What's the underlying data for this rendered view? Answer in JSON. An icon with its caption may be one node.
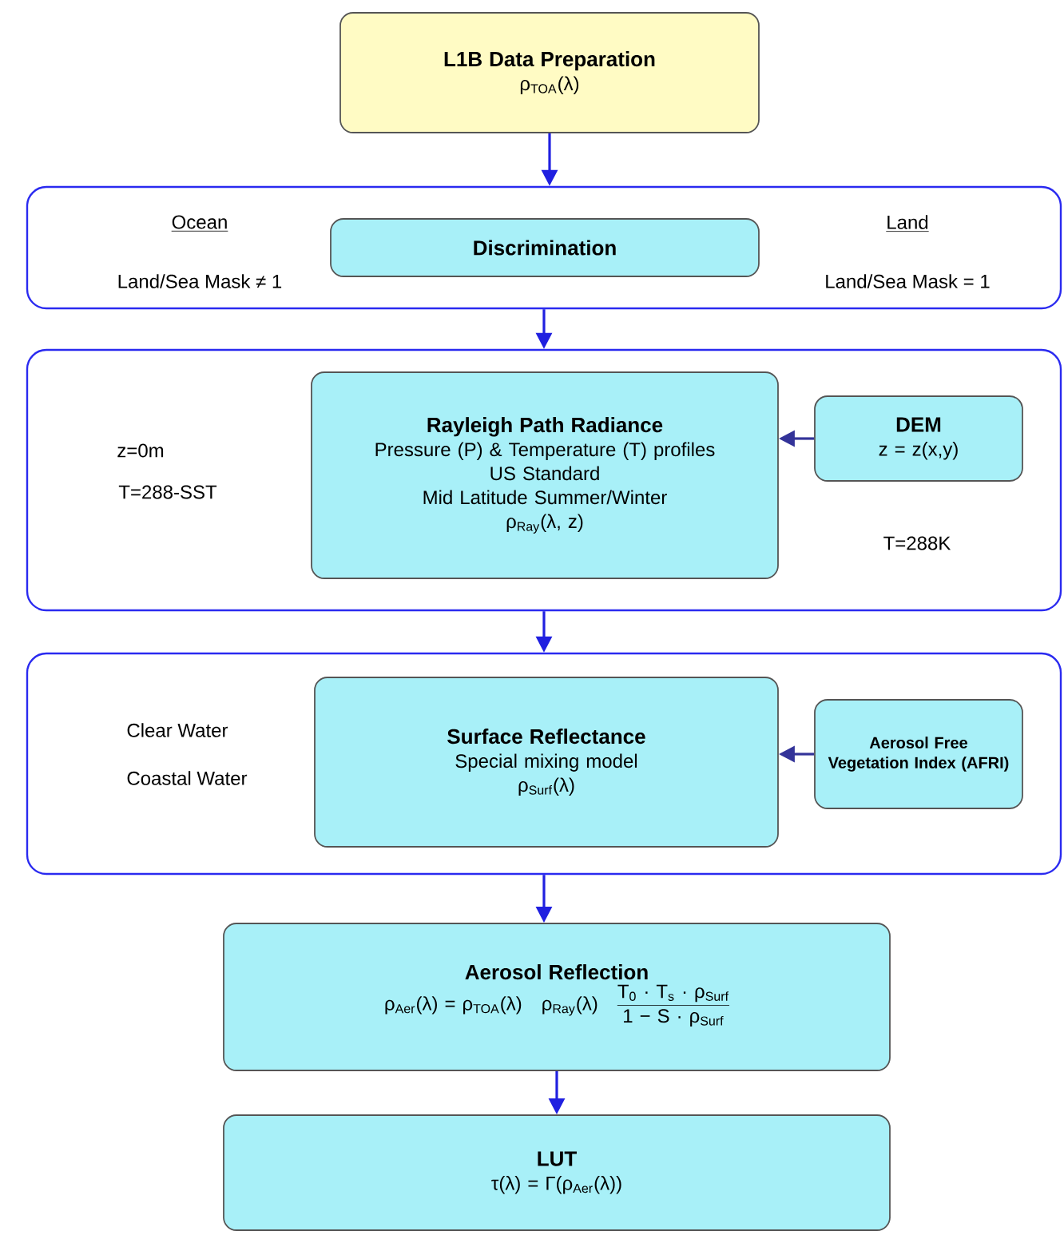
{
  "diagram": {
    "nodes": [
      {
        "text": [
          "L1B Data Preparation",
          "ρ$_{TOA}$(λ)"
        ]
      },
      {
        "text": [
          "Ocean",
          "Land/Sea Mask ≠ 1",
          "Land",
          "Land/Sea Mask = 1"
        ]
      },
      {
        "text": [
          "Discrimination"
        ],
        "in": 1
      },
      {
        "text": [
          "z=0m",
          "T=288-SST",
          "T=288K"
        ]
      },
      {
        "text": [
          "Rayleigh Path Radiance",
          "Pressure (P) & Temperature (T) profiles",
          "US Standard",
          "Mid Latitude Summer/Winter",
          "ρ$_{Ray}$(λ, z)"
        ],
        "in": 3
      },
      {
        "text": [
          "DEM",
          "z = z(x,y)"
        ],
        "in": 3
      },
      {
        "text": [
          "Clear Water",
          "Coastal Water"
        ]
      },
      {
        "text": [
          "Surface Reflectance",
          "Special mixing model",
          "ρ$_{Surf}$(λ)"
        ],
        "in": 6
      },
      {
        "text": [
          "Aerosol Free Vegetation Index (AFRI)"
        ],
        "in": 6
      },
      {
        "text": [
          "Aerosol Reflection",
          "ρ$_{Aer}$(λ) = ρ$_{TOA}$(λ)",
          "ρ$_{Ray}$(λ)",
          "T$_{0}$ · T$_{s}$ · ρ$_{Surf}$",
          "1 − S · ρ$_{Surf}$"
        ]
      },
      {
        "text": [
          "LUT",
          "τ(λ) = Γ(ρ$_{Aer}$(λ))"
        ]
      }
    ],
    "edges": [
      {
        "from": 0,
        "to": 1,
        "arrow": "to"
      },
      {
        "from": 1,
        "to": 3,
        "arrow": "to"
      },
      {
        "from": 5,
        "to": 4,
        "arrow": "to",
        "color": "#333399"
      },
      {
        "from": 3,
        "to": 6,
        "arrow": "to"
      },
      {
        "from": 8,
        "to": 7,
        "arrow": "to",
        "color": "#333399"
      },
      {
        "from": 6,
        "to": 9,
        "arrow": "to"
      },
      {
        "from": 9,
        "to": 10,
        "arrow": "to"
      }
    ]
  }
}
